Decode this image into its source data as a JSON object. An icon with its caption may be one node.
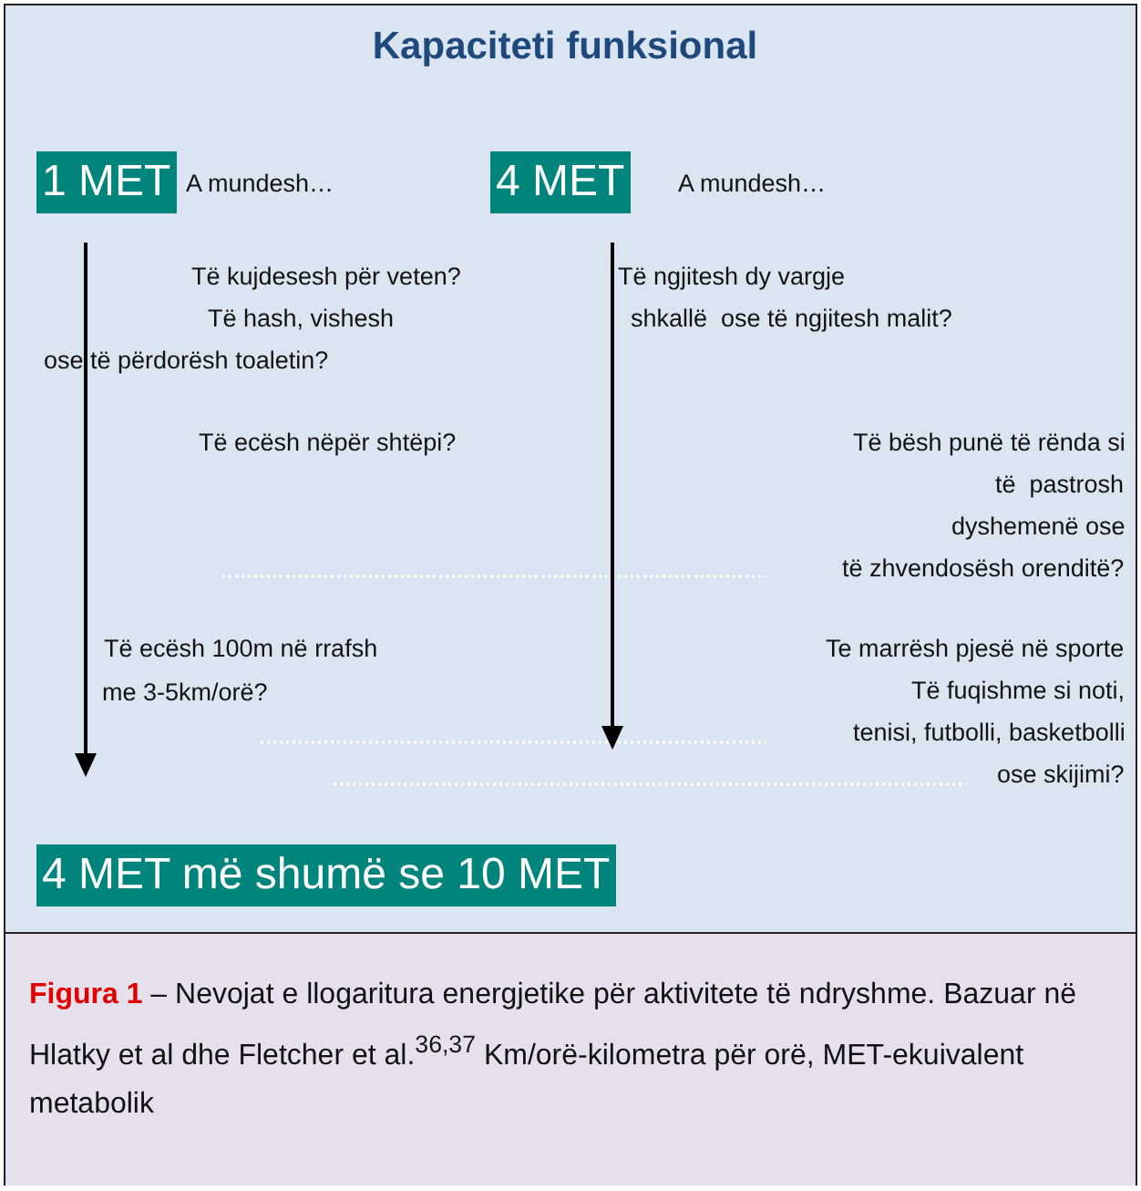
{
  "diagram": {
    "title": "Kapaciteti funksional",
    "caption": "**Figura 1** – Nevojat e llogaritura energjetike për aktivitete të ndryshme. Bazuar në Hlatky et al dhe Fletcher et al.$^{36,37}$ Km/orë-kilometra për orë, MET-ekuivalent metabolik",
    "nodes": [
      {
        "text": [
          "1 MET"
        ],
        "beside": [
          "A mundesh…"
        ]
      },
      {
        "text": [
          "4 MET"
        ],
        "beside": [
          "A mundesh…"
        ]
      },
      {
        "text": [
          "4 MET më shumë se 10 MET"
        ]
      }
    ],
    "labels": [
      "Të kujdesesh për veten?",
      "Të ngjitesh dy vargje",
      "Të hash, vishesh",
      "shkallë  ose të ngjitesh malit?",
      "ose të përdorësh toaletin?",
      "Të ecësh nëpër shtëpi?",
      "Të bësh punë të rënda si",
      "të  pastrosh",
      "dyshemenë ose",
      "të zhvendosësh orenditë?",
      "Të ecësh 100m në rrafsh",
      "Te marrësh pjesë në sporte",
      "me 3-5km/orë?",
      "Të fuqishme si noti,",
      "tenisi, futbolli, basketbolli",
      "ose skijimi?"
    ]
  }
}
